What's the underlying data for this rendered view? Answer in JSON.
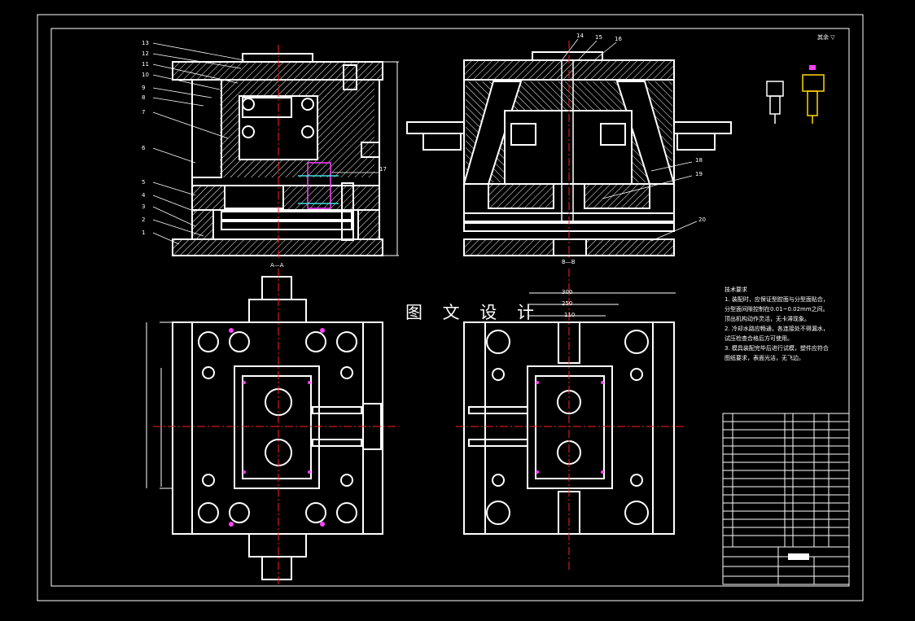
{
  "watermark": "图 文 设 计",
  "section_labels": {
    "aa": "A—A",
    "bb": "B—B"
  },
  "corner_mark": "其余 ▽",
  "part_numbers_left": [
    "13",
    "12",
    "11",
    "10",
    "9",
    "8",
    "7",
    "6",
    "5",
    "4",
    "3",
    "2",
    "1"
  ],
  "part_numbers_right": [
    "14",
    "15",
    "16",
    "17",
    "18",
    "19",
    "20"
  ],
  "dimensions": {
    "top": "300",
    "middle": "250",
    "lower": "110"
  },
  "tech_notes": {
    "title": "技术要求",
    "lines": [
      "1. 装配时，应保证型腔面与分型面贴合，",
      "   分型面间隙控制在0.01~0.02mm之间。",
      "   顶出机构动作灵活，无卡滞现象。",
      "2. 冷却水路应畅通，各连接处不得漏水，",
      "   试压检查合格后方可使用。",
      "3. 模具装配完毕后进行试模，塑件应符合",
      "   图纸要求，表面光洁，无飞边。"
    ]
  },
  "colors": {
    "background": "#000000",
    "line": "#ffffff",
    "center": "#ff2020",
    "accent_magenta": "#ff40ff",
    "accent_cyan": "#40e0e0",
    "accent_yellow": "#ffd700"
  }
}
